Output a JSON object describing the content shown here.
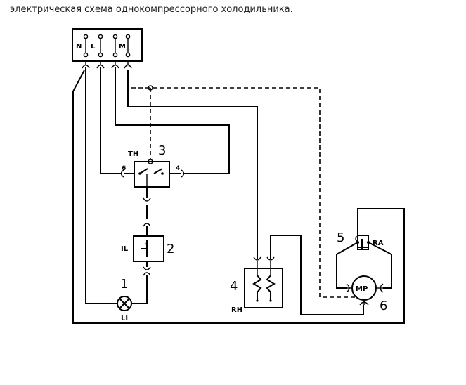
{
  "title": "электрическая схема однокомпрессорного холодильника.",
  "terminals": {
    "n": "N",
    "l": "L",
    "m": "M"
  },
  "components": {
    "thermostat": {
      "code": "TH",
      "number": "3",
      "contact_left": "6",
      "contact_right": "4"
    },
    "lamp_switch": {
      "code": "IL",
      "number": "2"
    },
    "lamp": {
      "code": "LI",
      "number": "1"
    },
    "heater": {
      "code": "RH",
      "number": "4"
    },
    "relay": {
      "code": "RA",
      "number": "5"
    },
    "motor": {
      "code": "MP",
      "number": "6"
    }
  }
}
